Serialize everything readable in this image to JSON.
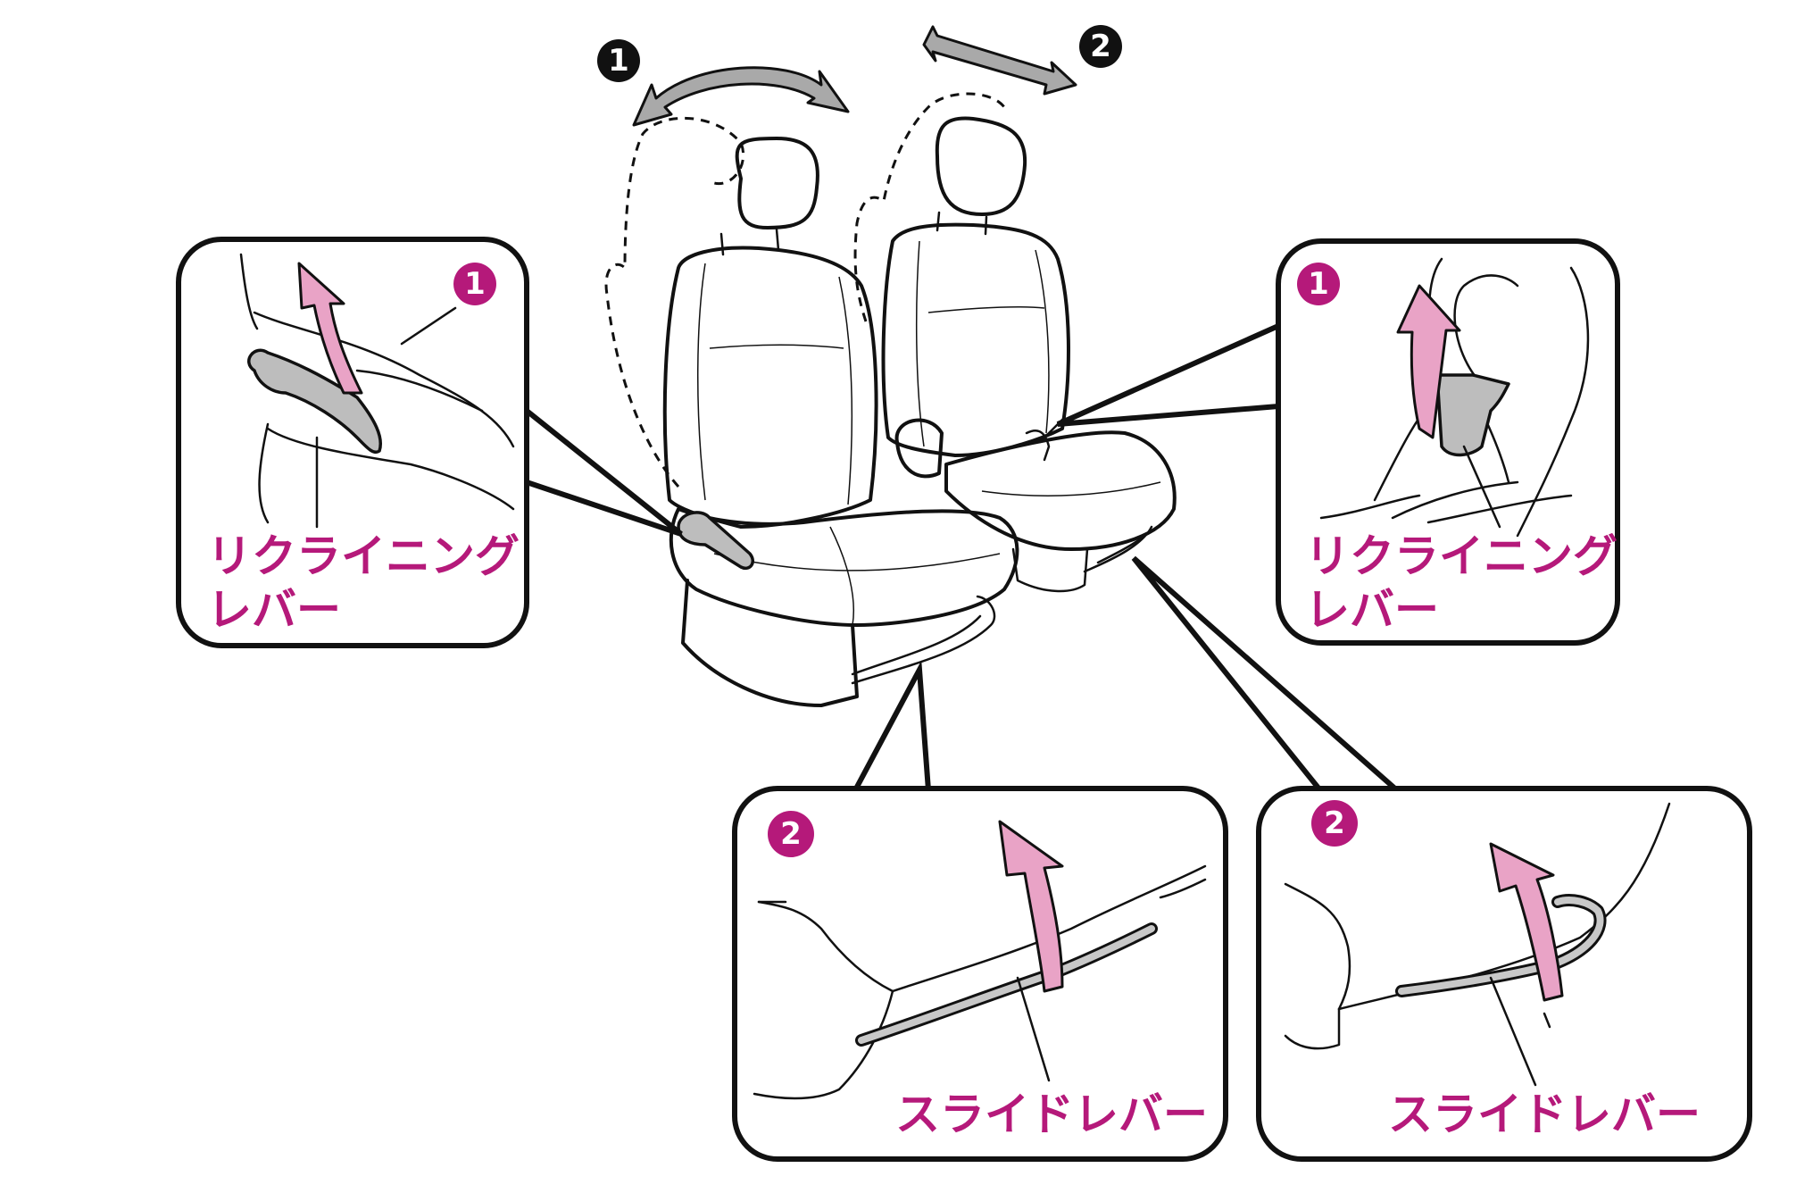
{
  "colors": {
    "label": "#b5197a",
    "badge_dark": "#111111",
    "badge_magenta": "#b5197a",
    "arrow_pink": "#e9a3c6",
    "arrow_gray": "#a9a9a9"
  },
  "top_badges": [
    {
      "icon": "step-1-badge-icon",
      "num": "1"
    },
    {
      "icon": "step-2-badge-icon",
      "num": "2"
    }
  ],
  "callouts": {
    "top_left": {
      "badge": "1",
      "label_line1": "リクライニング",
      "label_line2": "レバー"
    },
    "top_right": {
      "badge": "1",
      "label_line1": "リクライニング",
      "label_line2": "レバー"
    },
    "bottom_left": {
      "badge": "2",
      "label": "スライドレバー"
    },
    "bottom_right": {
      "badge": "2",
      "label": "スライドレバー"
    }
  }
}
